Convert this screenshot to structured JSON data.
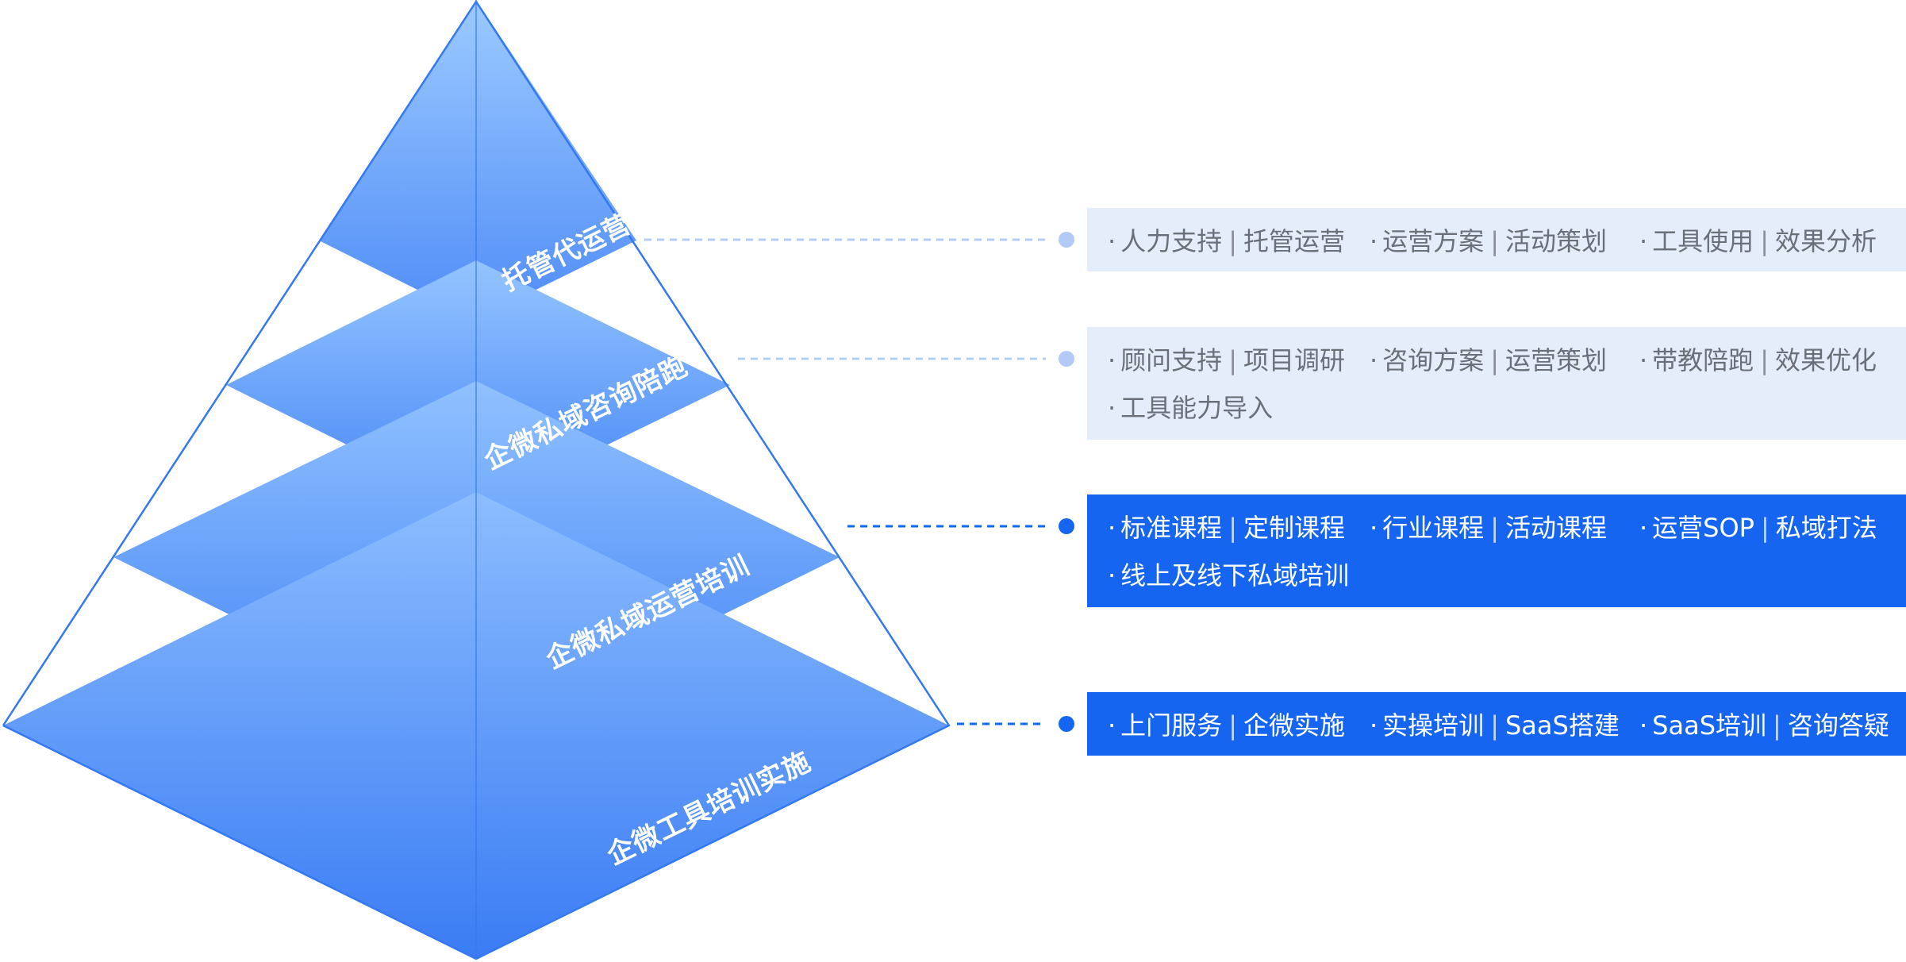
{
  "colors": {
    "outline": "#3579f0",
    "face_top": "#8fc0ff",
    "face_bottom": "#3c7ff5",
    "connector_light": "#b7cdf3",
    "connector_dark": "#1565f0",
    "dot_light": "#b3caf6",
    "dot_dark": "#1565f0"
  },
  "levels": [
    {
      "label": "托管代运营",
      "style": "light",
      "rows": [
        [
          {
            "a": "人力支持",
            "b": "托管运营"
          },
          {
            "a": "运营方案",
            "b": "活动策划"
          },
          {
            "a": "工具使用",
            "b": "效果分析"
          }
        ]
      ]
    },
    {
      "label": "企微私域咨询陪跑",
      "style": "light",
      "rows": [
        [
          {
            "a": "顾问支持",
            "b": "项目调研"
          },
          {
            "a": "咨询方案",
            "b": "运营策划"
          },
          {
            "a": "带教陪跑",
            "b": "效果优化"
          }
        ],
        [
          {
            "a": "工具能力导入"
          }
        ]
      ]
    },
    {
      "label": "企微私域运营培训",
      "style": "dark",
      "rows": [
        [
          {
            "a": "标准课程",
            "b": "定制课程"
          },
          {
            "a": "行业课程",
            "b": "活动课程"
          },
          {
            "a": "运营SOP",
            "b": "私域打法"
          }
        ],
        [
          {
            "a": "线上及线下私域培训"
          }
        ]
      ]
    },
    {
      "label": "企微工具培训实施",
      "style": "dark",
      "rows": [
        [
          {
            "a": "上门服务",
            "b": "企微实施"
          },
          {
            "a": "实操培训",
            "b": "SaaS搭建"
          },
          {
            "a": "SaaS培训",
            "b": "咨询答疑"
          }
        ]
      ]
    }
  ]
}
